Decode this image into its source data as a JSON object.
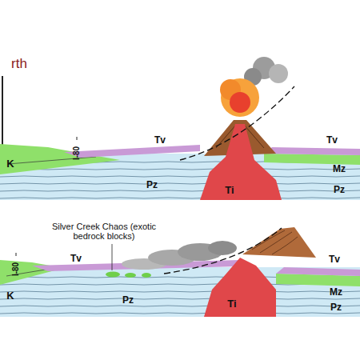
{
  "diagram": {
    "labels": [
      "rth",
      "I-80",
      "K",
      "Pz",
      "Tv",
      "Ti",
      "Tv",
      "Mz",
      "Pz",
      "Silver Creek Chaos (exotic bedrock blocks)",
      "I-80",
      "Tv",
      "K",
      "Pz",
      "Ti",
      "Tv",
      "Mz",
      "Pz"
    ]
  }
}
